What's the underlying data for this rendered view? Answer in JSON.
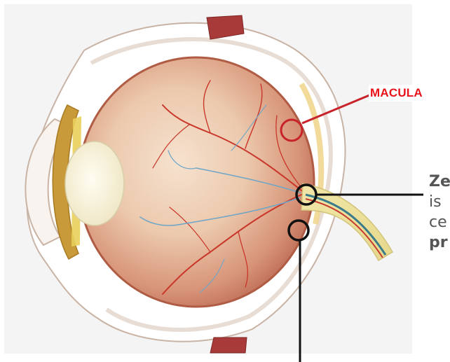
{
  "labels": {
    "macula": "MACULA"
  },
  "callout": {
    "line1": "Ze",
    "line2": "is",
    "line3": "ce",
    "line4": "pr"
  },
  "colors": {
    "macula_accent": "#e8121b",
    "callout_line": "#111111",
    "callout_text": "#555555"
  }
}
